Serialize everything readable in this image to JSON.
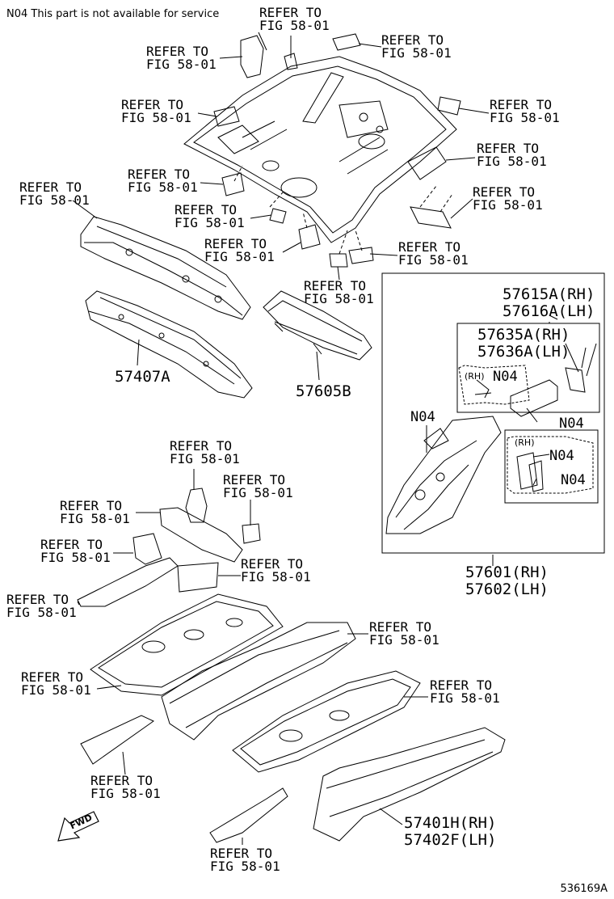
{
  "note": "N04 This part is not available for service",
  "refer": {
    "line1": "REFER TO",
    "line2": "FIG 58-01"
  },
  "parts": {
    "p57407A": "57407A",
    "p57605B": "57605B",
    "p57615A": "57615A(RH)",
    "p57616A": "57616A(LH)",
    "p57635A": "57635A(RH)",
    "p57636A": "57636A(LH)",
    "p57601": "57601(RH)",
    "p57602": "57602(LH)",
    "p57401H": "57401H(RH)",
    "p57402F": "57402F(LH)"
  },
  "n04": "N04",
  "rh_tag": "(RH)",
  "fwd": "FWD",
  "code": "536169A"
}
